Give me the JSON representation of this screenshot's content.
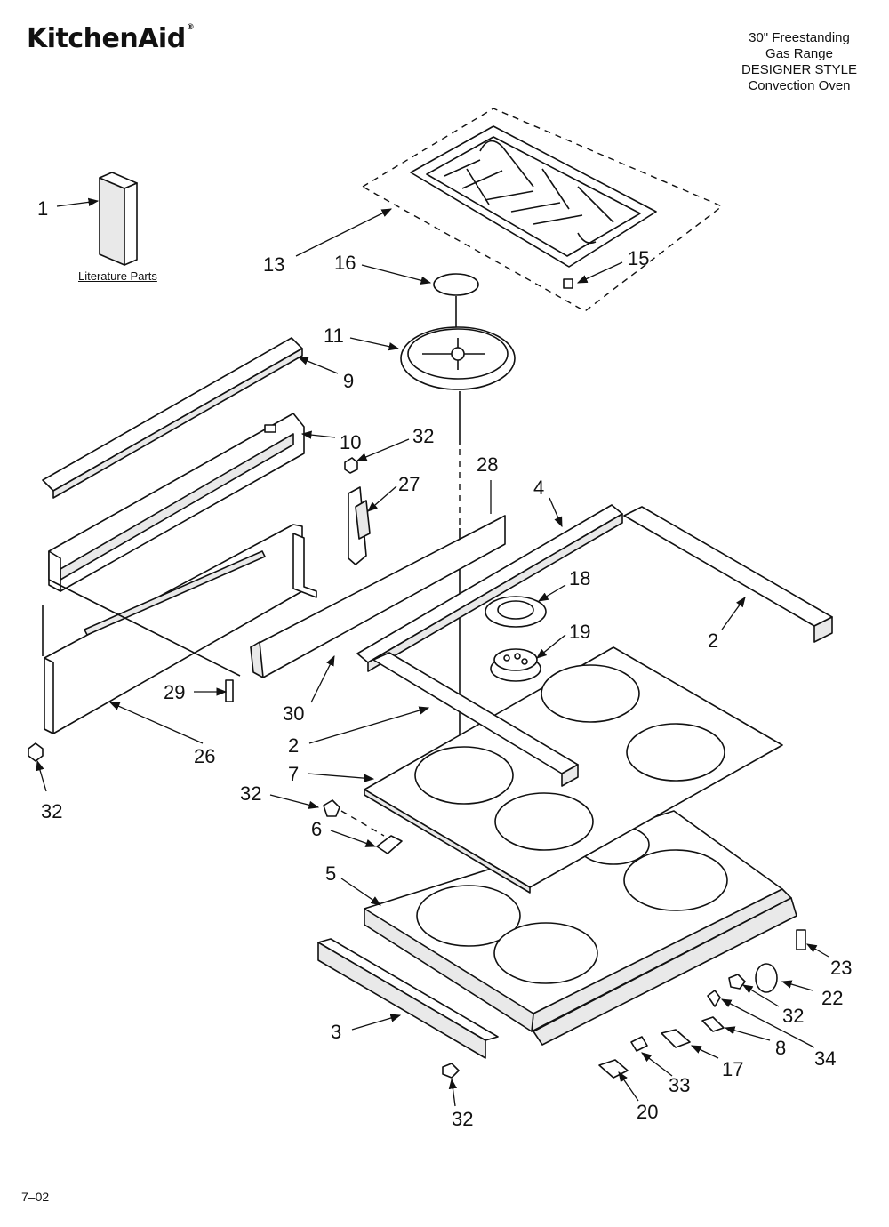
{
  "header": {
    "brand": "KitchenAid",
    "brand_mark": "®",
    "model_lines": [
      "30\" Freestanding",
      "Gas Range",
      "DESIGNER STYLE",
      "Convection Oven"
    ]
  },
  "literature_label": "Literature Parts",
  "footer_code": "7–02",
  "callouts": {
    "c1": "1",
    "c13": "13",
    "c16": "16",
    "c15": "15",
    "c11": "11",
    "c9": "9",
    "c10": "10",
    "c32a": "32",
    "c27": "27",
    "c28": "28",
    "c4": "4",
    "c18": "18",
    "c19": "19",
    "c2a": "2",
    "c29": "29",
    "c30": "30",
    "c26": "26",
    "c32b": "32",
    "c2b": "2",
    "c7": "7",
    "c32c": "32",
    "c6": "6",
    "c5": "5",
    "c3": "3",
    "c23": "23",
    "c22": "22",
    "c32d": "32",
    "c8": "8",
    "c34": "34",
    "c17": "17",
    "c33": "33",
    "c20": "20",
    "c32e": "32"
  }
}
